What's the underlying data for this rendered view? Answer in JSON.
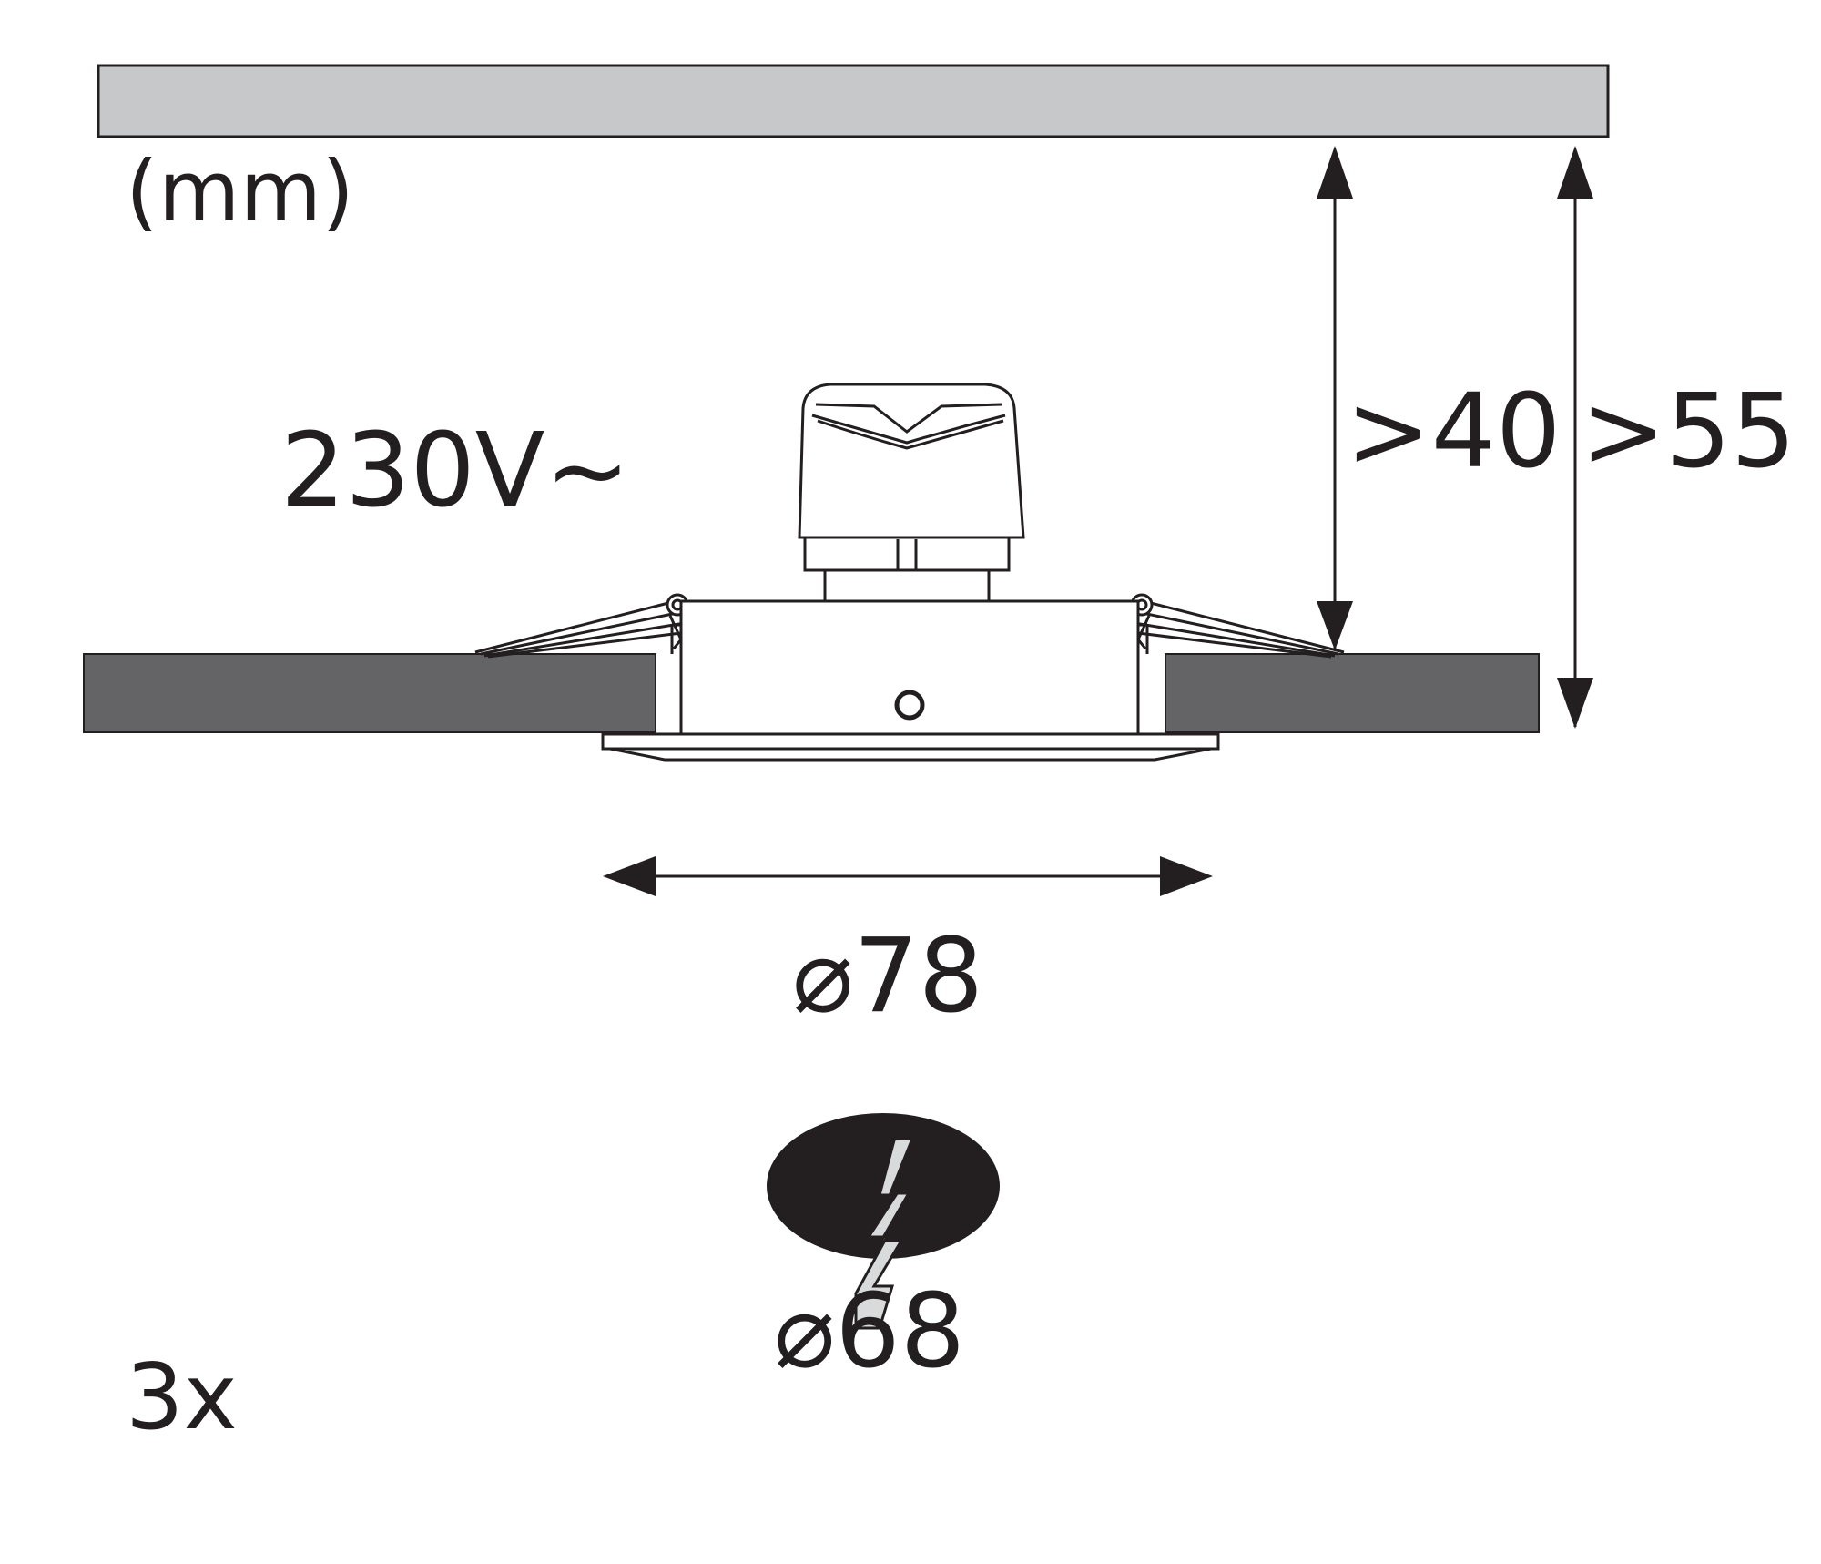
{
  "diagram": {
    "unit_label": "(mm)",
    "voltage_label": "230V~",
    "depth_min_label": ">40",
    "depth_total_label": ">55",
    "outer_diameter_label": "⌀78",
    "cutout_diameter_label": "⌀68",
    "quantity_label": "3x"
  },
  "colors": {
    "ink": "#231f20",
    "ceiling_fill": "#c7c8ca",
    "board_fill": "#646466",
    "ellipse_fill": "#231f20",
    "bolt_fill": "#d9dadb"
  },
  "icons": {
    "cutout_symbol": "saw-bolt-icon"
  }
}
